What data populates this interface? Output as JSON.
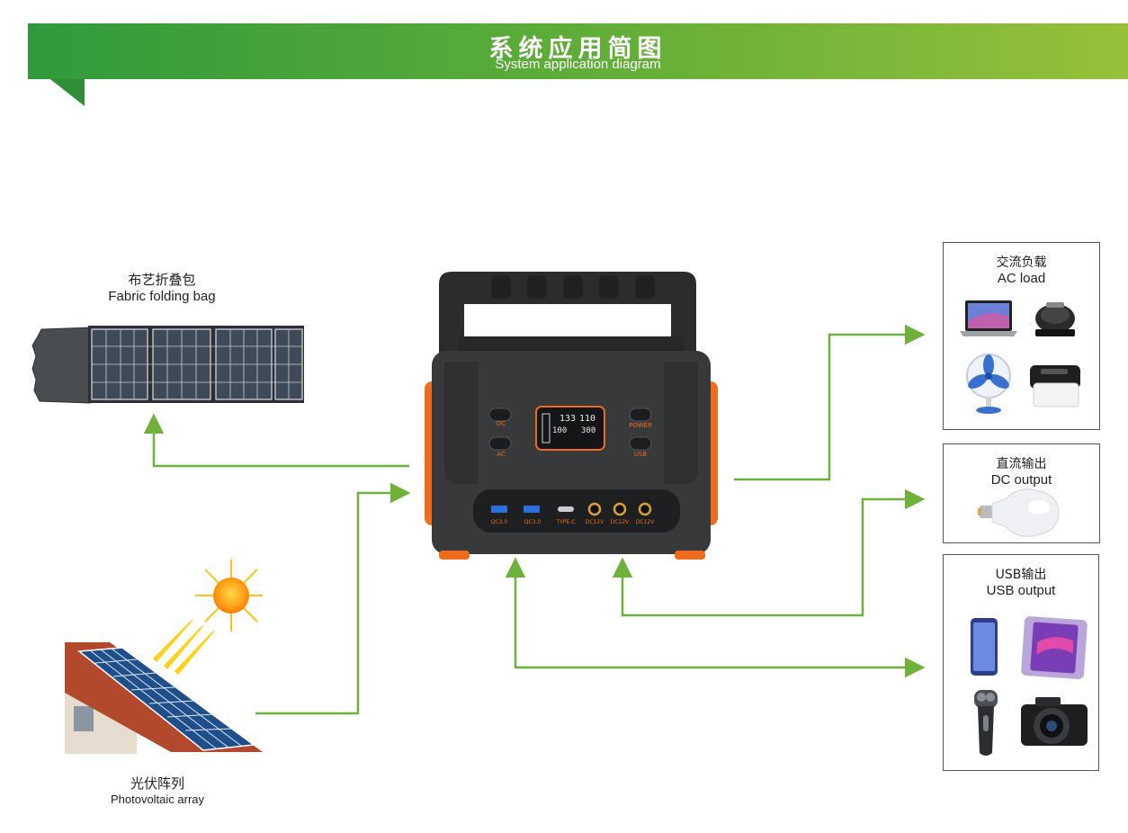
{
  "header": {
    "title_zh": "系统应用简图",
    "title_en": "System application diagram"
  },
  "inputs": {
    "fabric_bag": {
      "zh": "布艺折叠包",
      "en": "Fabric folding bag"
    },
    "pv_array": {
      "zh": "光伏阵列",
      "en": "Photovoltaic array"
    }
  },
  "outputs": {
    "ac_load": {
      "zh": "交流负载",
      "en": "AC load"
    },
    "dc_output": {
      "zh": "直流输出",
      "en": "DC output"
    },
    "usb_output": {
      "zh": "USB输出",
      "en": "USB output"
    }
  },
  "device": {
    "buttons": {
      "dc": "DC",
      "ac": "AC",
      "power": "POWER",
      "usb": "USB"
    },
    "ports": [
      "QC3.0",
      "QC3.0",
      "TYPE-C",
      "DC12V",
      "DC12V",
      "DC12V"
    ],
    "lcd": {
      "top_left": "133",
      "top_right": "110",
      "bottom_left": "100",
      "bottom_right": "300"
    }
  },
  "colors": {
    "arrow": "#6fb23b",
    "banner_start": "#2f9a3c",
    "banner_end": "#97c03a",
    "device_accent": "#ee6a1d"
  }
}
